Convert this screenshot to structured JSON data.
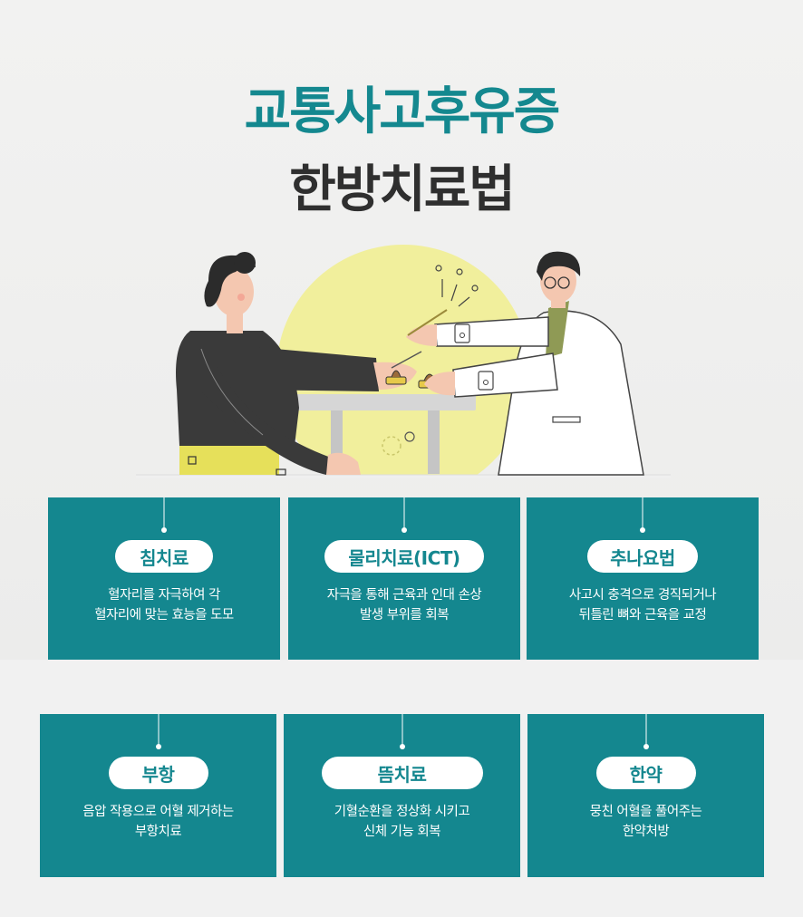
{
  "title": {
    "line1": "교통사고후유증",
    "line2": "한방치료법"
  },
  "colors": {
    "teal": "#14878f",
    "dark": "#2f2f2f",
    "yellow_sun": "#f1ef9c",
    "card_text": "#ffffff"
  },
  "illustration": {
    "description_icons": [
      "patient-figure",
      "doctor-figure",
      "table",
      "acupuncture-needle"
    ]
  },
  "treatments": [
    {
      "name": "침치료",
      "desc_line1": "혈자리를 자극하여 각",
      "desc_line2": "혈자리에 맞는 효능을 도모"
    },
    {
      "name": "물리치료(ICT)",
      "desc_line1": "자극을 통해 근육과 인대 손상",
      "desc_line2": "발생 부위를 회복"
    },
    {
      "name": "추나요법",
      "desc_line1": "사고시 충격으로 경직되거나",
      "desc_line2": "뒤틀린 뼈와 근육을 교정"
    },
    {
      "name": "부항",
      "desc_line1": "음압 작용으로 어혈 제거하는",
      "desc_line2": "부항치료"
    },
    {
      "name": "뜸치료",
      "desc_line1": "기혈순환을 정상화 시키고",
      "desc_line2": "신체 기능 회복"
    },
    {
      "name": "한약",
      "desc_line1": "뭉친 어혈을 풀어주는",
      "desc_line2": "한약처방"
    }
  ]
}
